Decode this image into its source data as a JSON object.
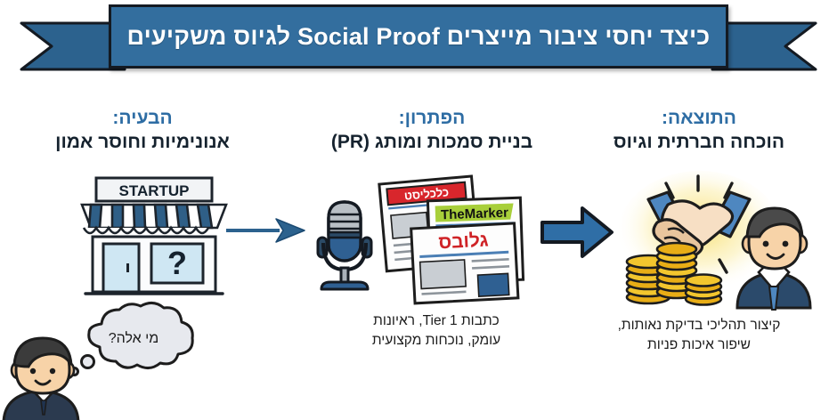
{
  "banner": {
    "title": "כיצד יחסי ציבור מייצרים Social Proof לגיוס משקיעים",
    "bg_color": "#336e9e",
    "text_color": "#ffffff",
    "border_color": "#141a22"
  },
  "columns": [
    {
      "id": "problem",
      "kicker": "הבעיה:",
      "title": "אנונימיות וחוסר אמון",
      "kicker_color": "#2e6da4",
      "title_color": "#15222e",
      "illustration": "startup-storefront",
      "storefront_sign": "STARTUP",
      "storefront_window_mark": "?",
      "thought_bubble_text": "מי אלה?"
    },
    {
      "id": "solution",
      "kicker": "הפתרון:",
      "title": "בניית סמכות ומותג (PR)",
      "kicker_color": "#2e6da4",
      "title_color": "#15222e",
      "illustration": "microphone-and-newspapers",
      "caption": "כתבות Tier 1, ראיונות עומק, נוכחות מקצועית",
      "caption_line1": "כתבות Tier 1, ראיונות",
      "caption_line2": "עומק, נוכחות מקצועית",
      "newspapers": [
        {
          "masthead": "כלכליסט",
          "masthead_color": "#ffffff",
          "banner_color": "#d8262c"
        },
        {
          "masthead": "TheMarker",
          "masthead_color": "#111111",
          "banner_color": "#a8cf3a"
        },
        {
          "masthead": "גלובס",
          "masthead_color": "#cf2327",
          "banner_color": "#ffffff"
        }
      ]
    },
    {
      "id": "result",
      "kicker": "התוצאה:",
      "title": "הוכחה חברתית וגיוס",
      "kicker_color": "#2e6da4",
      "title_color": "#15222e",
      "illustration": "handshake-coins-investor",
      "caption": "קיצור תהליכי בדיקת נאותות, שיפור איכות פניות",
      "caption_line1": "קיצור תהליכי בדיקת נאותות,",
      "caption_line2": "שיפור איכות פניות"
    }
  ],
  "arrows": [
    {
      "id": "arrow-problem-to-solution",
      "style": "thin-line",
      "direction": "right",
      "color": "#2c628e"
    },
    {
      "id": "arrow-solution-to-result",
      "style": "block",
      "direction": "right",
      "color": "#2f6ea6"
    }
  ],
  "palette": {
    "banner_blue": "#336e9e",
    "accent_blue": "#2e6da4",
    "arrow_blue": "#2f6ea6",
    "ink": "#15222e",
    "coin_gold": "#f3c62e",
    "glow_yellow": "#f7dd6b",
    "page_bg": "#ffffff"
  }
}
